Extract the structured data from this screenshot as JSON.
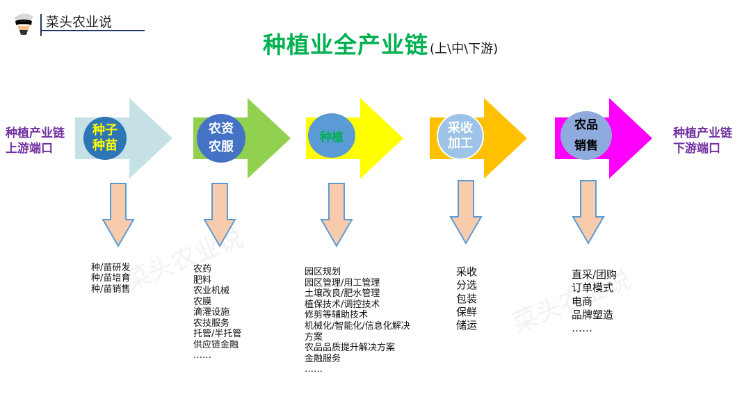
{
  "brand": {
    "name": "菜头农业说"
  },
  "title": {
    "main": "种植业全产业链",
    "sub": "(上\\中\\下游)"
  },
  "left_label": {
    "line1": "种植产业链",
    "line2": "上游端口"
  },
  "right_label": {
    "line1": "种植产业链",
    "line2": "下游端口"
  },
  "stages": [
    {
      "line1": "种子",
      "line2": "种苗",
      "arrow_color": "#c6e1e6",
      "circle_color": "#2e75b6",
      "text_color": "#ffff00",
      "items": [
        "种/苗研发",
        "种/苗培育",
        "种/苗销售"
      ]
    },
    {
      "line1": "农资",
      "line2": "农服",
      "arrow_color": "#92d050",
      "circle_color": "#4472c4",
      "text_color": "#ffffff",
      "items": [
        "农药",
        "肥料",
        "农业机械",
        "农膜",
        "滴灌设施",
        "农技服务",
        "托管/半托管",
        "供应链金融",
        "……"
      ]
    },
    {
      "line1": "种植",
      "line2": "",
      "arrow_color": "#ffff00",
      "circle_color": "#5b9bd5",
      "text_color": "#00b050",
      "items": [
        "园区规划",
        "园区管理/用工管理",
        "土壤改良/肥水管理",
        "植保技术/调控技术",
        "修剪等辅助技术",
        "机械化/智能化/信息化解决",
        "方案",
        "农品品质提升解决方案",
        "金融服务",
        "……"
      ]
    },
    {
      "line1": "采收",
      "line2": "加工",
      "arrow_color": "#ffc000",
      "circle_color": "#9dc3e6",
      "text_color": "#ffffff",
      "items": [
        "采收",
        "分选",
        "包装",
        "保鲜",
        "储运"
      ]
    },
    {
      "line1": "农品",
      "line2": "销售",
      "arrow_color": "#ff00ff",
      "circle_color": "#8faadc",
      "text_color": "#000000",
      "items": [
        "直采/团购",
        "订单模式",
        "电商",
        "品牌塑造",
        "……"
      ]
    }
  ],
  "colors": {
    "down_arrow_fill": "#f8cbad",
    "down_arrow_stroke": "#5b9bd5",
    "title_green": "#00b050",
    "side_label_purple": "#7030a0"
  },
  "watermark": {
    "text": "菜头农业说"
  }
}
